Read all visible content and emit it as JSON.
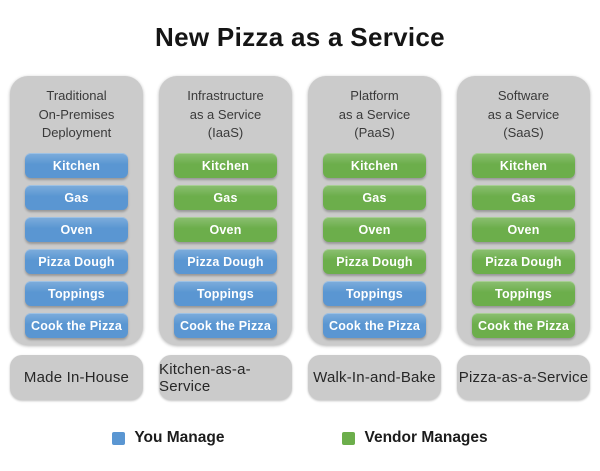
{
  "title": "New Pizza as a Service",
  "colors": {
    "you_manage_blue": "#5a96d2",
    "vendor_manages_green": "#6cae4b",
    "panel_gray": "#cbcbcb",
    "background": "#ffffff"
  },
  "columns": [
    {
      "heading": "Traditional\nOn-Premises\nDeployment",
      "footer": "Made In-House",
      "items": [
        {
          "label": "Kitchen",
          "owner": "you"
        },
        {
          "label": "Gas",
          "owner": "you"
        },
        {
          "label": "Oven",
          "owner": "you"
        },
        {
          "label": "Pizza Dough",
          "owner": "you"
        },
        {
          "label": "Toppings",
          "owner": "you"
        },
        {
          "label": "Cook the Pizza",
          "owner": "you"
        }
      ]
    },
    {
      "heading": "Infrastructure\nas a Service\n(IaaS)",
      "footer": "Kitchen-as-a-Service",
      "items": [
        {
          "label": "Kitchen",
          "owner": "vendor"
        },
        {
          "label": "Gas",
          "owner": "vendor"
        },
        {
          "label": "Oven",
          "owner": "vendor"
        },
        {
          "label": "Pizza Dough",
          "owner": "you"
        },
        {
          "label": "Toppings",
          "owner": "you"
        },
        {
          "label": "Cook the Pizza",
          "owner": "you"
        }
      ]
    },
    {
      "heading": "Platform\nas a Service\n(PaaS)",
      "footer": "Walk-In-and-Bake",
      "items": [
        {
          "label": "Kitchen",
          "owner": "vendor"
        },
        {
          "label": "Gas",
          "owner": "vendor"
        },
        {
          "label": "Oven",
          "owner": "vendor"
        },
        {
          "label": "Pizza Dough",
          "owner": "vendor"
        },
        {
          "label": "Toppings",
          "owner": "you"
        },
        {
          "label": "Cook the Pizza",
          "owner": "you"
        }
      ]
    },
    {
      "heading": "Software\nas a Service\n(SaaS)",
      "footer": "Pizza-as-a-Service",
      "items": [
        {
          "label": "Kitchen",
          "owner": "vendor"
        },
        {
          "label": "Gas",
          "owner": "vendor"
        },
        {
          "label": "Oven",
          "owner": "vendor"
        },
        {
          "label": "Pizza Dough",
          "owner": "vendor"
        },
        {
          "label": "Toppings",
          "owner": "vendor"
        },
        {
          "label": "Cook the Pizza",
          "owner": "vendor"
        }
      ]
    }
  ],
  "legend": [
    {
      "label": "You Manage",
      "owner": "you"
    },
    {
      "label": "Vendor Manages",
      "owner": "vendor"
    }
  ]
}
